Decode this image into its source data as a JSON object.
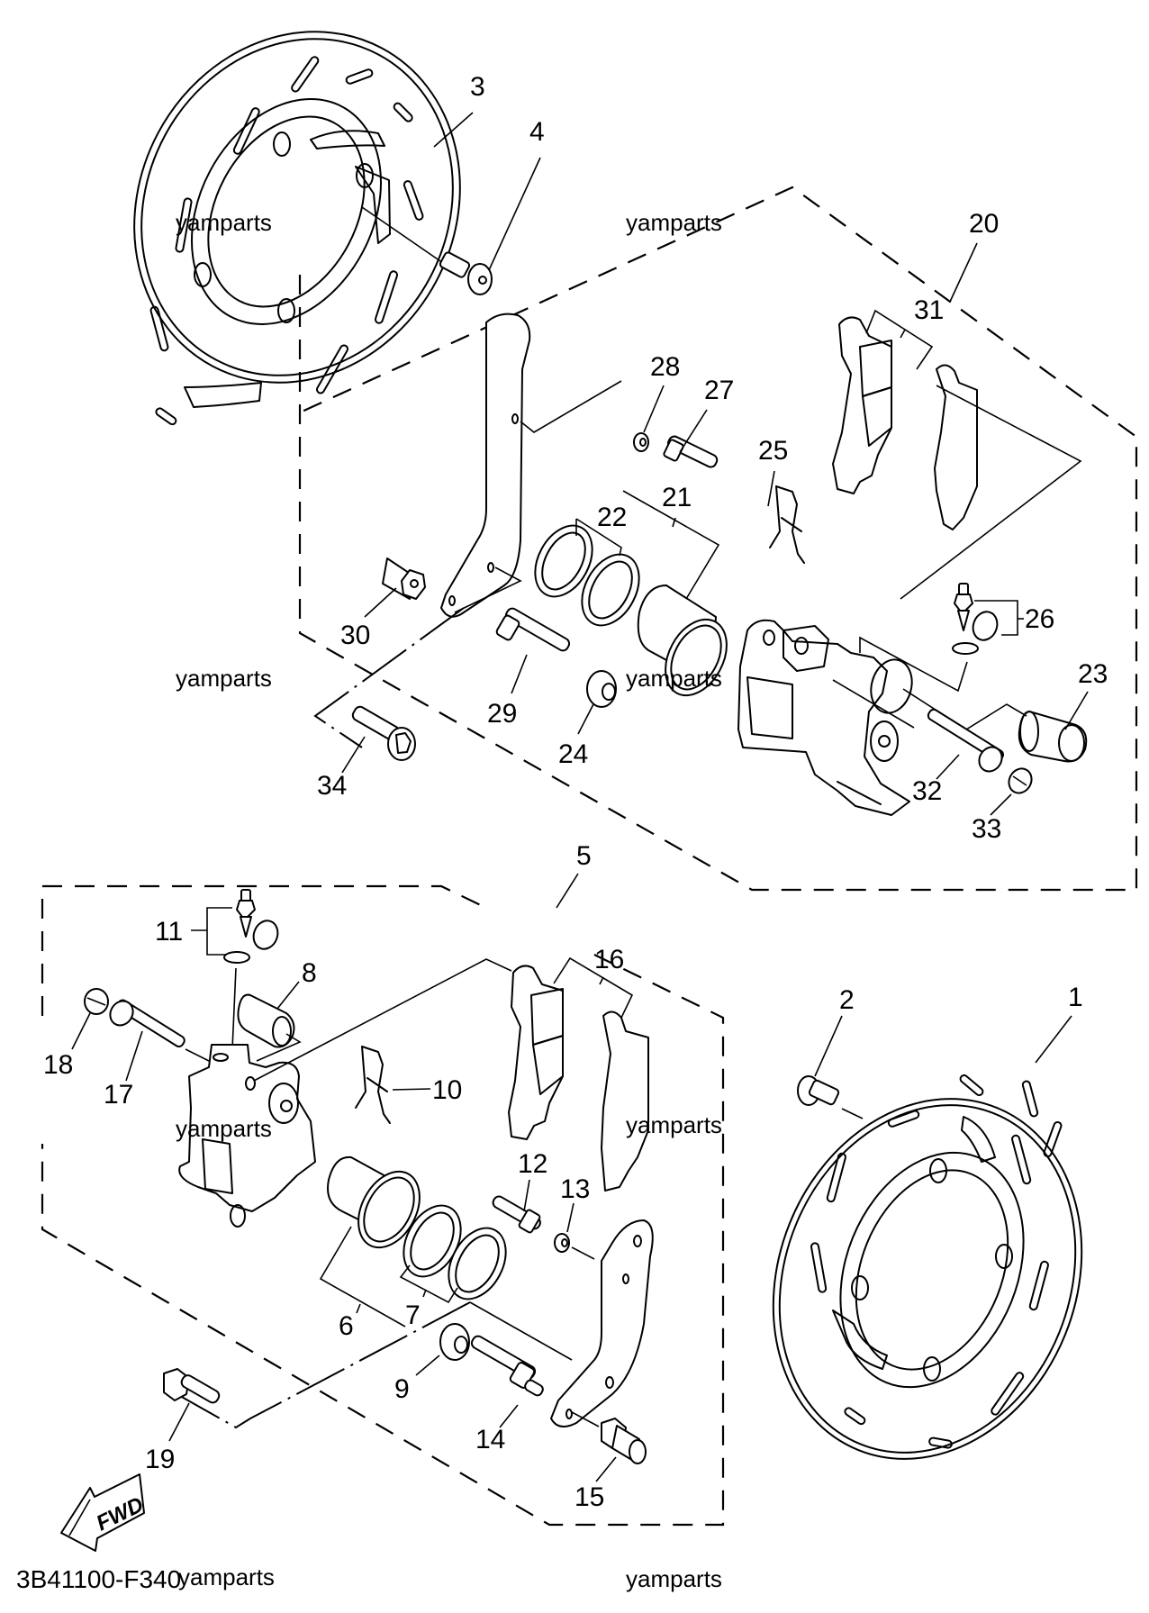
{
  "diagram": {
    "title_code": "3B41100-F340",
    "watermark": "yamparts",
    "direction_label": "FWD",
    "groups": [
      {
        "id": "front-caliper-assembly-upper",
        "label": "20",
        "contains": [
          "21",
          "22",
          "23",
          "24",
          "25",
          "26",
          "27",
          "28",
          "29",
          "30",
          "31",
          "32",
          "33",
          "34"
        ]
      },
      {
        "id": "caliper-assembly-lower",
        "label": "5",
        "contains": [
          "6",
          "7",
          "8",
          "9",
          "10",
          "11",
          "12",
          "13",
          "14",
          "15",
          "16",
          "17",
          "18"
        ]
      }
    ],
    "part_labels": [
      {
        "id": "1",
        "part": "brake-disc-lower"
      },
      {
        "id": "2",
        "part": "disc-bolt-lower"
      },
      {
        "id": "3",
        "part": "brake-disc-upper"
      },
      {
        "id": "4",
        "part": "disc-bolt-upper"
      },
      {
        "id": "5",
        "part": "caliper-assembly-lower"
      },
      {
        "id": "6",
        "part": "piston-lower"
      },
      {
        "id": "7",
        "part": "piston-seal-kit-lower"
      },
      {
        "id": "8",
        "part": "pad-support-lower"
      },
      {
        "id": "9",
        "part": "boot-lower"
      },
      {
        "id": "10",
        "part": "pad-spring-lower"
      },
      {
        "id": "11",
        "part": "bleed-screw-set-lower"
      },
      {
        "id": "12",
        "part": "pin-lower-a"
      },
      {
        "id": "13",
        "part": "clip-lower"
      },
      {
        "id": "14",
        "part": "pin-lower-b"
      },
      {
        "id": "15",
        "part": "bolt-lower"
      },
      {
        "id": "16",
        "part": "brake-pad-kit-lower"
      },
      {
        "id": "17",
        "part": "pad-pin-lower"
      },
      {
        "id": "18",
        "part": "plug-lower"
      },
      {
        "id": "19",
        "part": "mount-bolt-lower"
      },
      {
        "id": "20",
        "part": "caliper-assembly-upper"
      },
      {
        "id": "21",
        "part": "piston-upper"
      },
      {
        "id": "22",
        "part": "piston-seal-kit-upper"
      },
      {
        "id": "23",
        "part": "pad-support-upper"
      },
      {
        "id": "24",
        "part": "boot-upper"
      },
      {
        "id": "25",
        "part": "pad-spring-upper"
      },
      {
        "id": "26",
        "part": "bleed-screw-set-upper"
      },
      {
        "id": "27",
        "part": "pin-upper-a"
      },
      {
        "id": "28",
        "part": "clip-upper"
      },
      {
        "id": "29",
        "part": "pin-upper-b"
      },
      {
        "id": "30",
        "part": "bolt-upper"
      },
      {
        "id": "31",
        "part": "brake-pad-kit-upper"
      },
      {
        "id": "32",
        "part": "pad-pin-upper"
      },
      {
        "id": "33",
        "part": "plug-upper"
      },
      {
        "id": "34",
        "part": "mount-bolt-upper"
      }
    ]
  }
}
